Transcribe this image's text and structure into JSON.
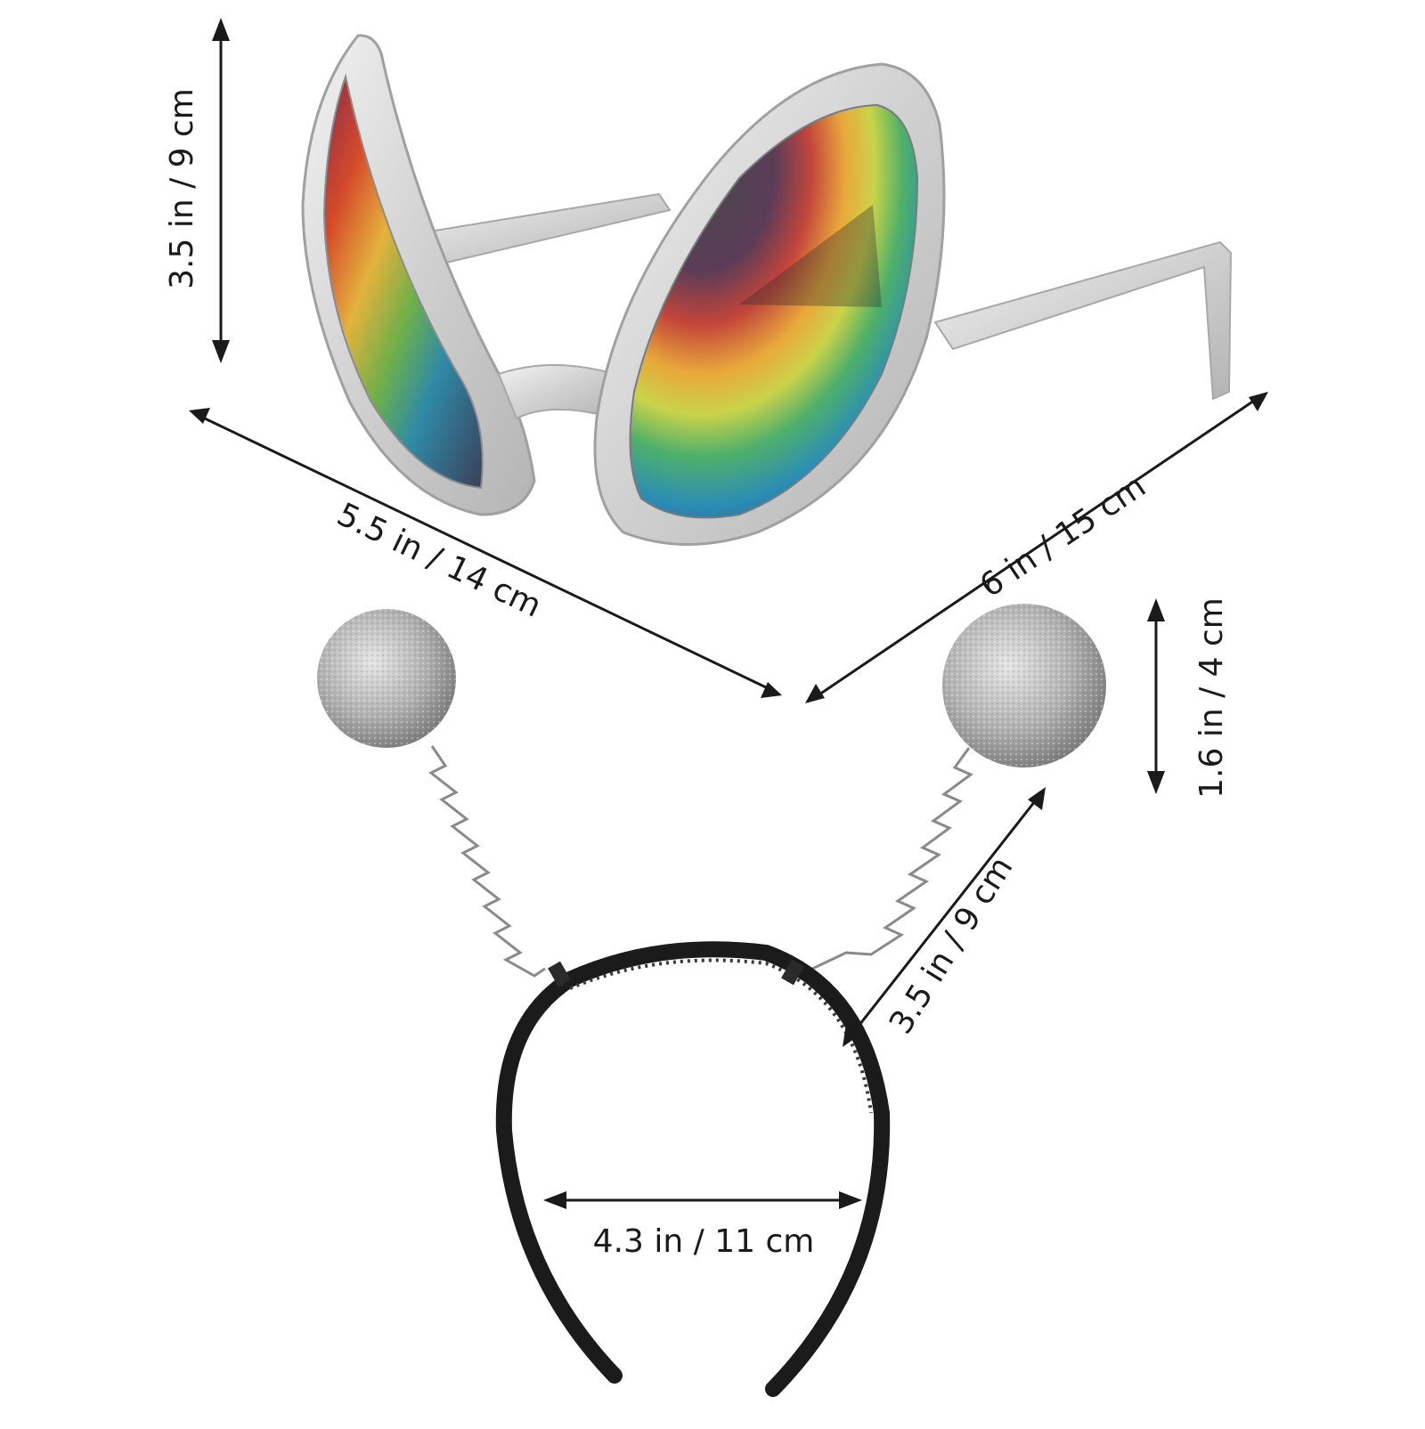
{
  "colors": {
    "frame_silver": "#d9d9d9",
    "frame_shadow": "#a8a8a8",
    "headband_black": "#1b1b1b",
    "ball_silver": "#bdbdbd",
    "dimension_ink": "#1a1a1a"
  },
  "products": {
    "glasses": {
      "name": "alien-sunglasses"
    },
    "headband": {
      "name": "antenna-headband"
    }
  },
  "dimensions": {
    "glasses_height": "3.5 in / 9 cm",
    "glasses_front_width": "5.5 in / 14 cm",
    "glasses_temple_length": "6 in / 15 cm",
    "ball_diameter": "1.6 in / 4 cm",
    "antenna_length": "3.5 in / 9 cm",
    "headband_width": "4.3 in / 11 cm"
  }
}
